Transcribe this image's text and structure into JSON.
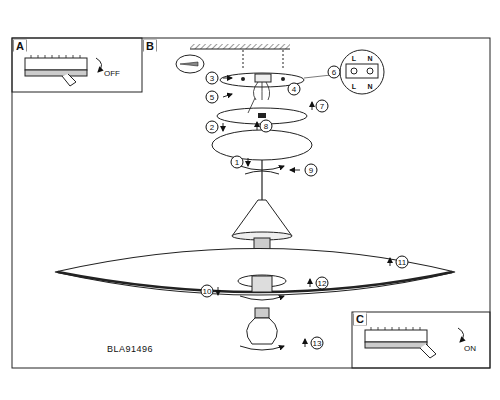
{
  "diagram": {
    "labels": [
      "A",
      "OFF",
      "B",
      "3",
      "4",
      "6",
      "L",
      "N",
      "L",
      "N",
      "5",
      "7",
      "2",
      "8",
      "1",
      "9",
      "11",
      "10",
      "12",
      "13",
      "C",
      "ON",
      "BLA91496"
    ]
  }
}
